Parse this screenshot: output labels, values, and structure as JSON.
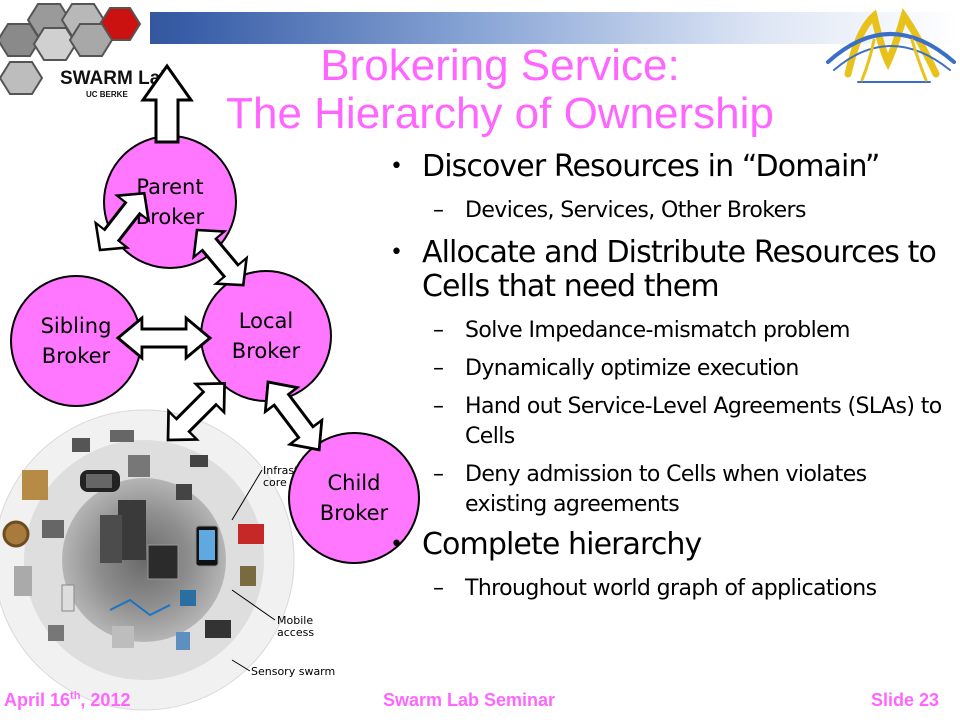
{
  "slide": {
    "title_line1": "Brokering Service:",
    "title_line2": "The Hierarchy of Ownership",
    "logo_text": "SWARM Lab",
    "logo_subtext": "UC BERKE",
    "bullets": [
      {
        "text": "Discover Resources in “Domain”",
        "subs": [
          "Devices, Services, Other Brokers"
        ]
      },
      {
        "text": "Allocate and Distribute Resources to Cells that need them",
        "subs": [
          "Solve Impedance-mismatch problem",
          "Dynamically optimize execution",
          "Hand out Service-Level Agreements (SLAs) to Cells",
          "Deny admission to Cells when violates existing agreements"
        ]
      },
      {
        "text": "Complete hierarchy",
        "subs": [
          "Throughout world graph of applications"
        ]
      }
    ],
    "brokers": {
      "parent": [
        "Parent",
        "Broker"
      ],
      "sibling": [
        "Sibling",
        "Broker"
      ],
      "local": [
        "Local",
        "Broker"
      ],
      "child": [
        "Child",
        "Broker"
      ]
    },
    "figure_labels": {
      "infra_a": "Infrast",
      "infra_b": "core",
      "mobile_a": "Mobile",
      "mobile_b": "access",
      "sensory": "Sensory swarm"
    },
    "footer": {
      "date_prefix": "April 16",
      "date_sup": "th",
      "date_suffix": ", 2012",
      "center": "Swarm Lab Seminar",
      "slide_num": "Slide 23"
    },
    "colors": {
      "accent": "#ff66ff",
      "broker_fill": "#ff77ff"
    }
  }
}
